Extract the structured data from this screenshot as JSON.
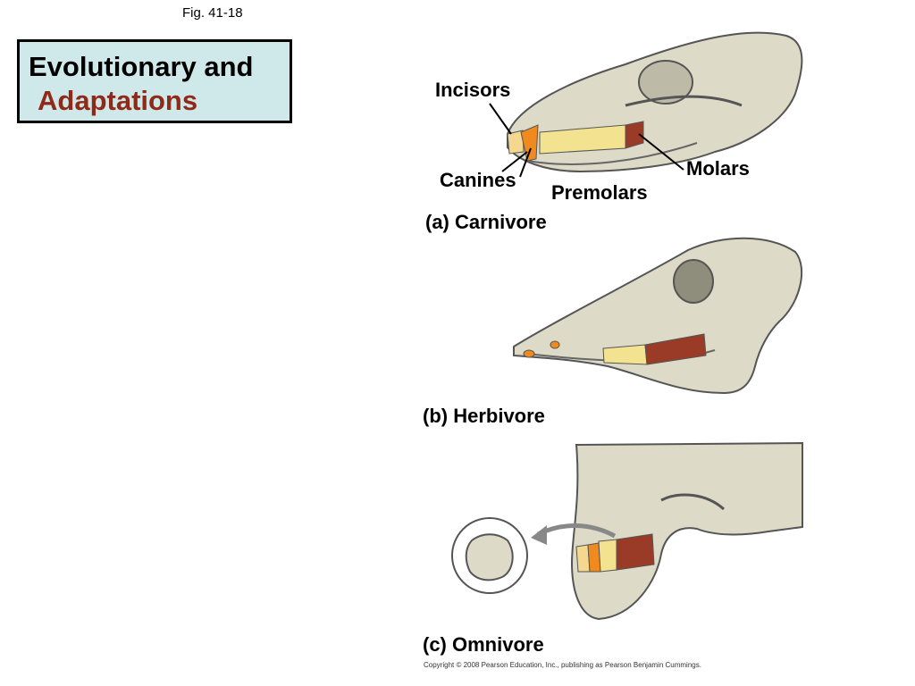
{
  "figure": {
    "label": "Fig. 41-18"
  },
  "title": {
    "line1": "Evolutionary and",
    "line2": "Adaptations"
  },
  "panels": {
    "carnivore": {
      "caption": "(a) Carnivore",
      "labels": {
        "incisors": "Incisors",
        "canines": "Canines",
        "premolars": "Premolars",
        "molars": "Molars"
      }
    },
    "herbivore": {
      "caption": "(b) Herbivore"
    },
    "omnivore": {
      "caption": "(c) Omnivore"
    }
  },
  "tooth_colors": {
    "incisors": "#f4d890",
    "canines": "#f08a1e",
    "premolars": "#f3e28f",
    "molars": "#9a3b27"
  },
  "bone_color": "#dddbc8",
  "copyright": "Copyright © 2008 Pearson Education, Inc., publishing as Pearson Benjamin Cummings."
}
